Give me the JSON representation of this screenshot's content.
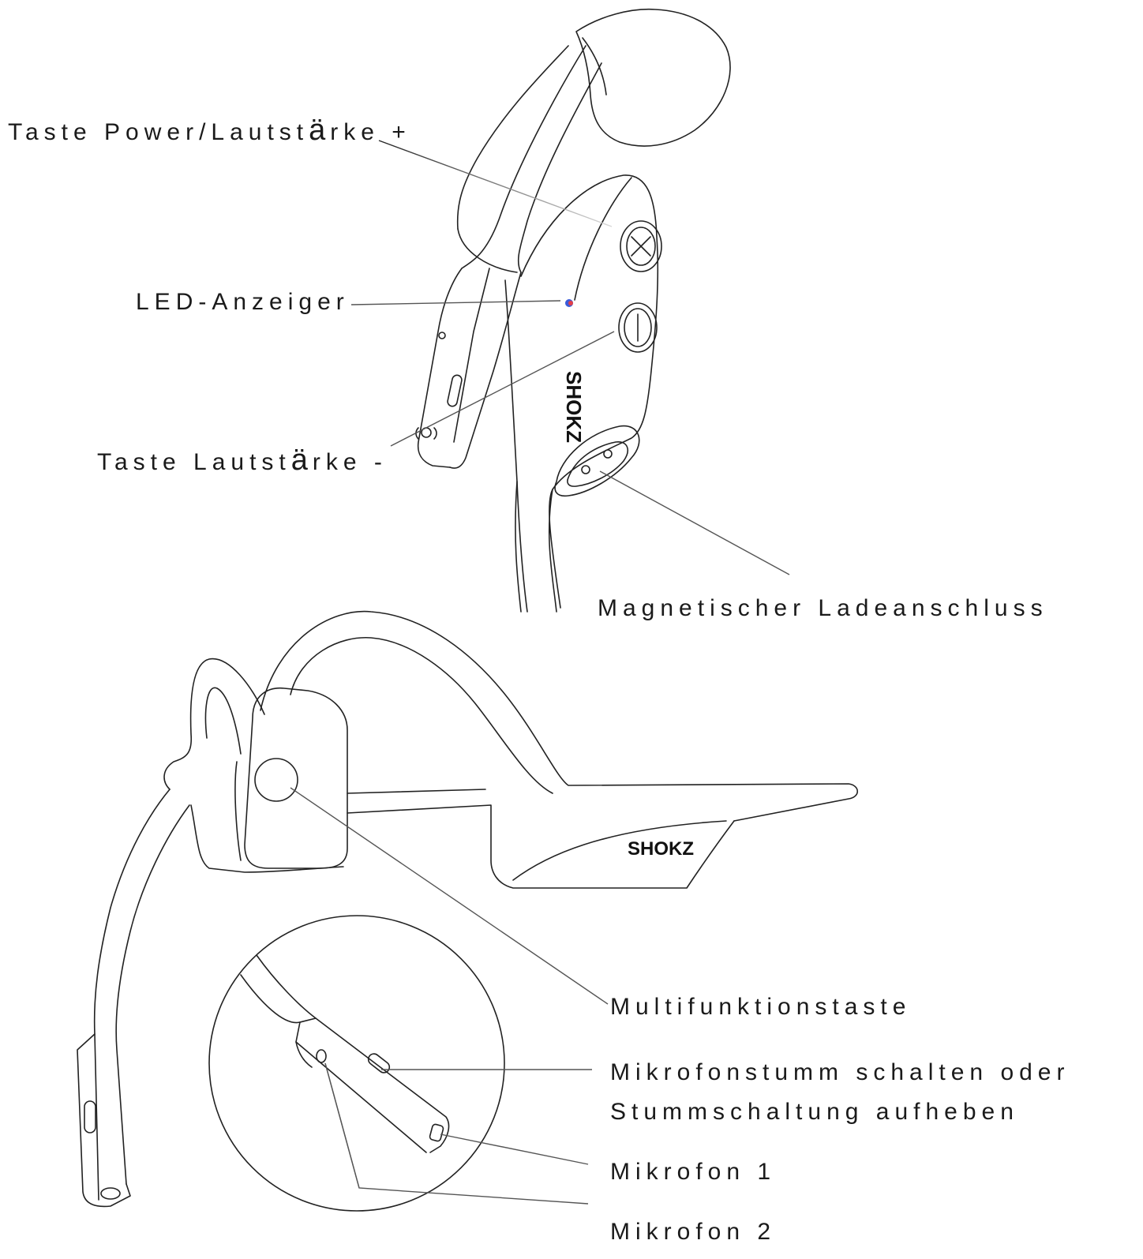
{
  "labels": {
    "power": {
      "pre": "Taste Power/Lautst",
      "special": "ä",
      "post": "rke +"
    },
    "led": "LED-Anzeiger",
    "vol_down": {
      "pre": "Taste Lautst",
      "special": "ä",
      "post": "rke -"
    },
    "charging": "Magnetischer Ladeanschluss",
    "multifunction": "Multifunktionstaste",
    "mute_line1": "Mikrofonstumm  schalten oder",
    "mute_line2": "Stummschaltung aufheben",
    "mic1": "Mikrofon 1",
    "mic2": "Mikrofon 2"
  },
  "logo": {
    "text": "SHOKZ"
  },
  "colors": {
    "line": "#222222",
    "led_blue": "#3a5bd9",
    "led_red": "#e0404a",
    "leader_fade": "#c8c8c8"
  }
}
